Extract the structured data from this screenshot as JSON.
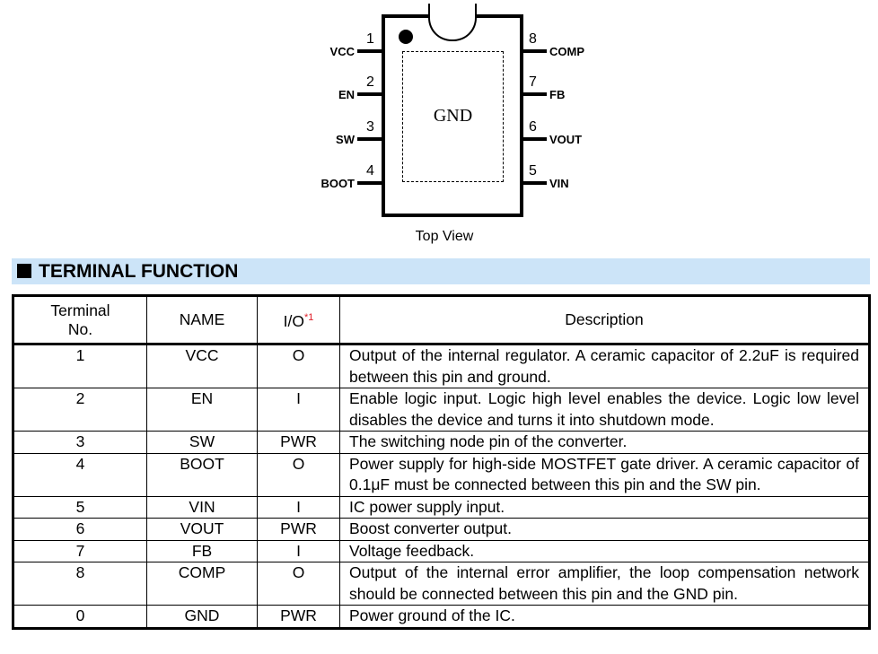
{
  "diagram": {
    "center_label": "GND",
    "caption": "Top View",
    "left_pins": [
      {
        "num": "1",
        "name": "VCC"
      },
      {
        "num": "2",
        "name": "EN"
      },
      {
        "num": "3",
        "name": "SW"
      },
      {
        "num": "4",
        "name": "BOOT"
      }
    ],
    "right_pins": [
      {
        "num": "8",
        "name": "COMP"
      },
      {
        "num": "7",
        "name": "FB"
      },
      {
        "num": "6",
        "name": "VOUT"
      },
      {
        "num": "5",
        "name": "VIN"
      }
    ]
  },
  "section": {
    "title": "TERMINAL FUNCTION"
  },
  "table": {
    "headers": {
      "no": "Terminal No.",
      "name": "NAME",
      "io": "I/O",
      "io_note": "*1",
      "desc": "Description"
    },
    "rows": [
      {
        "no": "1",
        "name": "VCC",
        "io": "O",
        "desc": "Output of the internal regulator. A ceramic capacitor of 2.2uF is required between this pin and ground."
      },
      {
        "no": "2",
        "name": "EN",
        "io": "I",
        "desc": "Enable logic input. Logic high level enables the device. Logic low level disables the device and turns it into shutdown mode."
      },
      {
        "no": "3",
        "name": "SW",
        "io": "PWR",
        "desc": "The switching node pin of the converter."
      },
      {
        "no": "4",
        "name": "BOOT",
        "io": "O",
        "desc": "Power supply for high-side MOSTFET gate driver. A ceramic capacitor of 0.1μF must be connected between this pin and the SW pin."
      },
      {
        "no": "5",
        "name": "VIN",
        "io": "I",
        "desc": "IC power supply input."
      },
      {
        "no": "6",
        "name": "VOUT",
        "io": "PWR",
        "desc": "Boost converter output."
      },
      {
        "no": "7",
        "name": "FB",
        "io": "I",
        "desc": "Voltage feedback."
      },
      {
        "no": "8",
        "name": "COMP",
        "io": "O",
        "desc": "Output of the internal error amplifier, the loop compensation network should be connected between this pin and the GND pin."
      },
      {
        "no": "0",
        "name": "GND",
        "io": "PWR",
        "desc": "Power ground of the IC."
      }
    ]
  }
}
